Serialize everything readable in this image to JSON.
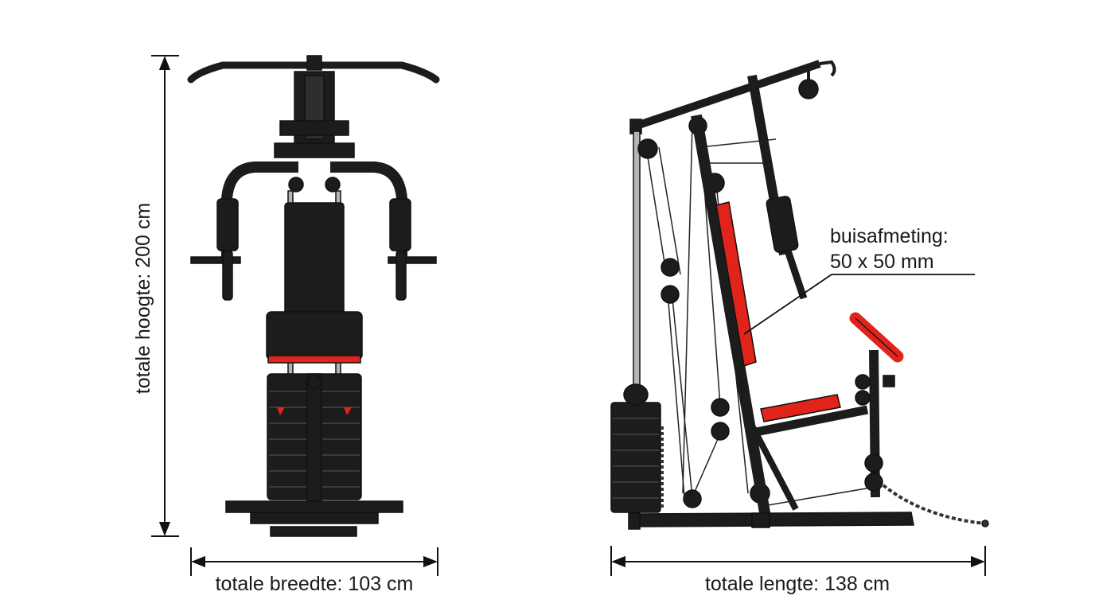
{
  "labels": {
    "height": "totale hoogte: 200 cm",
    "width": "totale breedte: 103 cm",
    "length": "totale lengte: 138 cm",
    "tube_line1": "buisafmeting:",
    "tube_line2": "50 x 50 mm"
  },
  "colors": {
    "frame": "#1c1c1c",
    "frame_light": "#2e2e2e",
    "accent_red": "#e0241b",
    "guide_rod": "#b5b5b5",
    "dimension_line": "#111111",
    "background": "#ffffff"
  }
}
